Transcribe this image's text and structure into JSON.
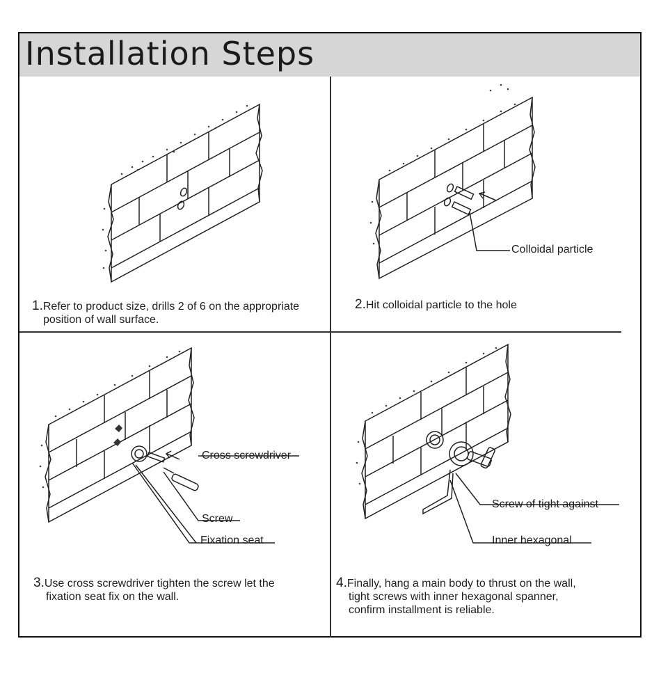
{
  "title": "Installation Steps",
  "steps": [
    {
      "num": "1.",
      "text_line1": "Refer to product size, drills 2 of  6 on the appropriate",
      "text_line2": "position of wall surface."
    },
    {
      "num": "2.",
      "text_line1": "Hit colloidal particle to the hole"
    },
    {
      "num": "3.",
      "text_line1": "Use cross screwdriver tighten the screw let the",
      "text_line2": "fixation seat fix on the wall."
    },
    {
      "num": "4.",
      "text_line1": "Finally, hang a main body to thrust on the wall,",
      "text_line2": "tight screws with inner hexagonal spanner,",
      "text_line3": "confirm installment is reliable."
    }
  ],
  "callouts": {
    "colloidal_particle": "Colloidal particle",
    "cross_screwdriver": "Cross screwdriver",
    "screw": "Screw",
    "fixation_seat": "Fixation seat",
    "screw_tight": "Screw of tight against",
    "inner_hex": "Inner hexagonal"
  }
}
